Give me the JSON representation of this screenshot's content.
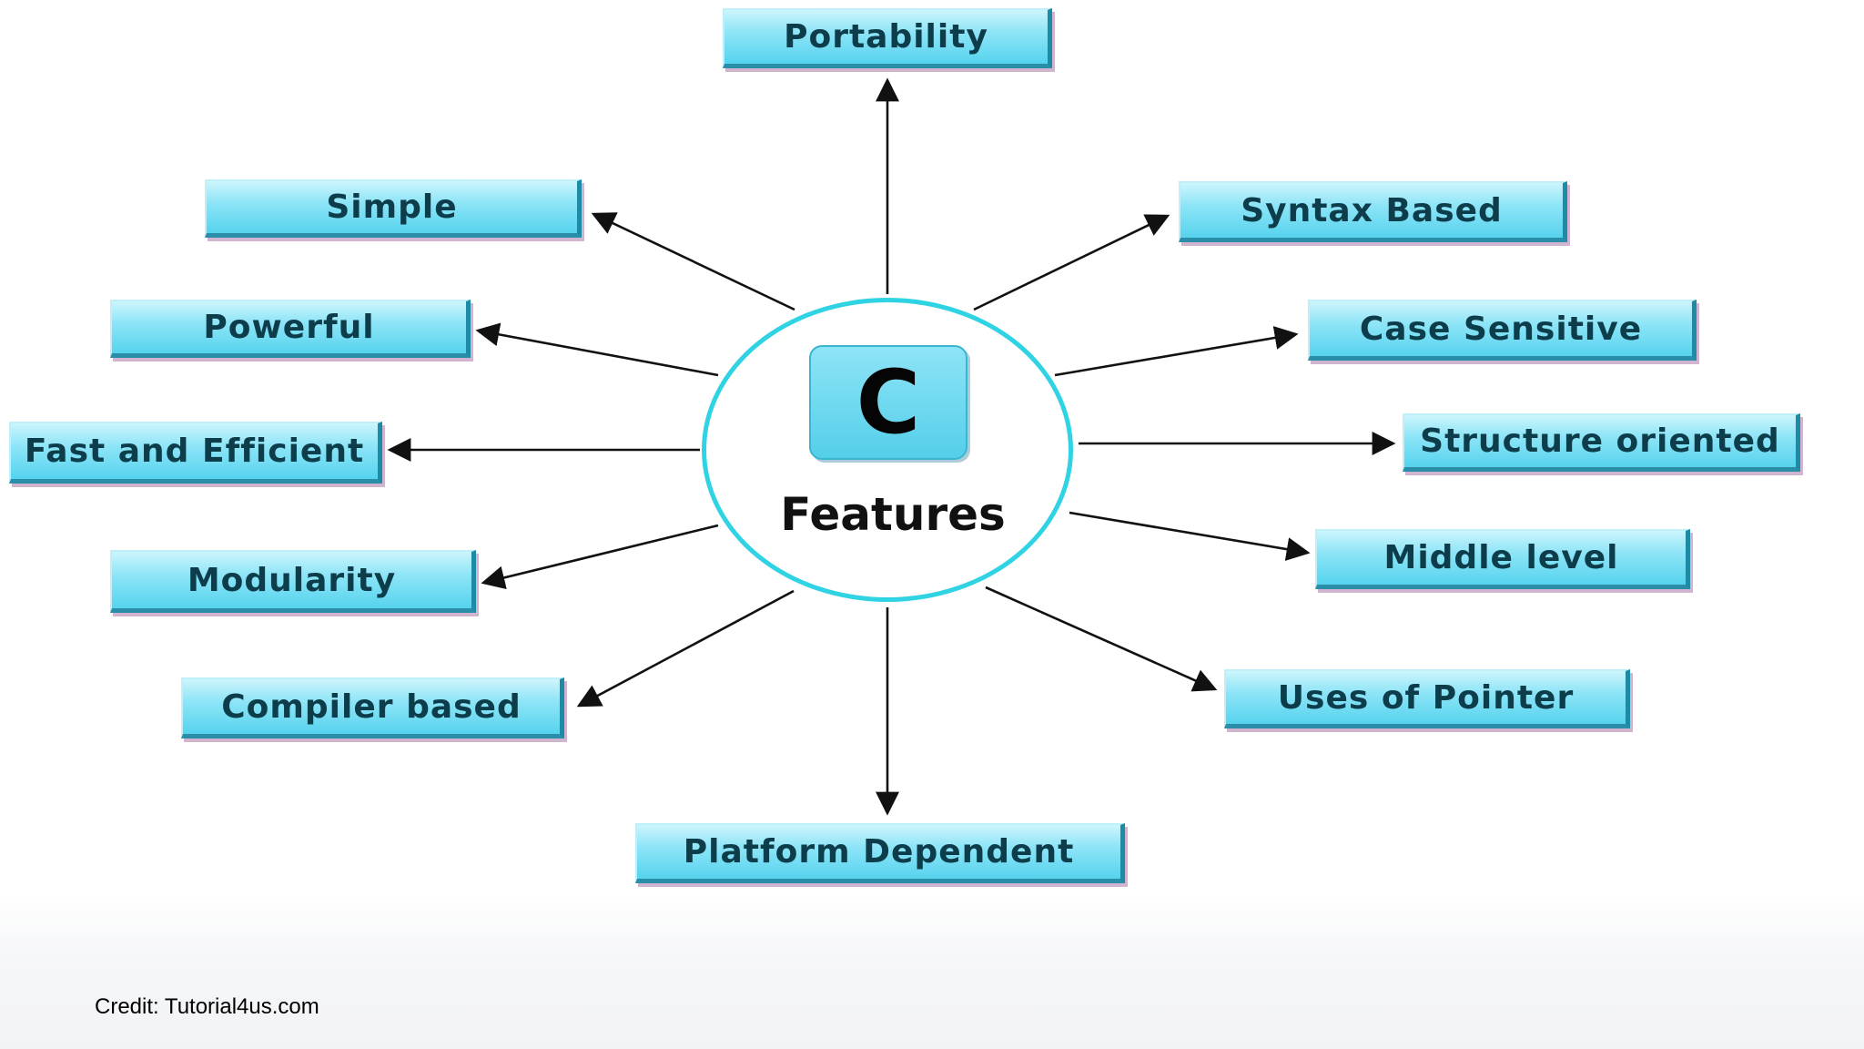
{
  "hub": {
    "badge": "C",
    "title": "Features"
  },
  "features": [
    {
      "id": "portability",
      "label": "Portability"
    },
    {
      "id": "simple",
      "label": "Simple"
    },
    {
      "id": "syntax-based",
      "label": "Syntax Based"
    },
    {
      "id": "powerful",
      "label": "Powerful"
    },
    {
      "id": "case-sensitive",
      "label": "Case  Sensitive"
    },
    {
      "id": "fast-and-efficient",
      "label": "Fast and Efficient"
    },
    {
      "id": "structure-oriented",
      "label": "Structure oriented"
    },
    {
      "id": "modularity",
      "label": "Modularity"
    },
    {
      "id": "middle-level",
      "label": "Middle level"
    },
    {
      "id": "compiler-based",
      "label": "Compiler based"
    },
    {
      "id": "uses-of-pointer",
      "label": "Uses of Pointer"
    },
    {
      "id": "platform-dependent",
      "label": "Platform Dependent"
    }
  ],
  "credit": "Credit: Tutorial4us.com",
  "colors": {
    "box_fill": "#8fe5f7",
    "box_border": "#1e8ba6",
    "hub_ring": "#2fd3e3",
    "arrow": "#111111"
  }
}
